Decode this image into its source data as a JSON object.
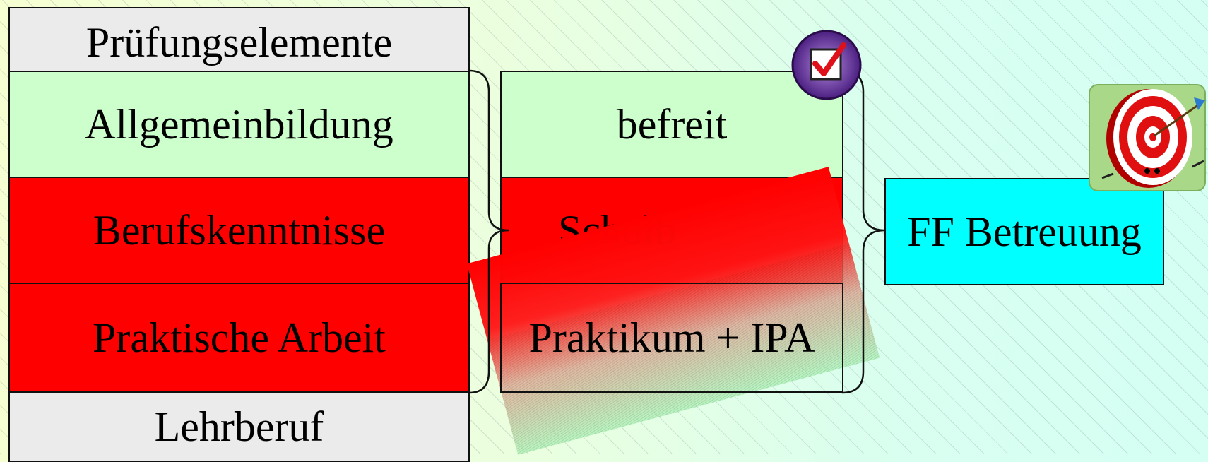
{
  "left_column": {
    "header": "Prüfungselemente",
    "rows": [
      "Allgemeinbildung",
      "Berufskenntnisse",
      "Praktische Arbeit"
    ],
    "footer": "Lehrberuf"
  },
  "middle_column": {
    "rows": [
      "befreit",
      "Schulb",
      "Praktikum + IPA"
    ]
  },
  "result": {
    "label": "FF Betreuung"
  },
  "colors": {
    "exempt": "#ccffcc",
    "required": "#ff0000",
    "result": "#00ffff",
    "neutral": "#ebebeb",
    "checkbox_badge": "#5a2a8c",
    "check_mark": "#e0101a"
  },
  "icons": [
    "checkbox-icon",
    "target-icon"
  ]
}
